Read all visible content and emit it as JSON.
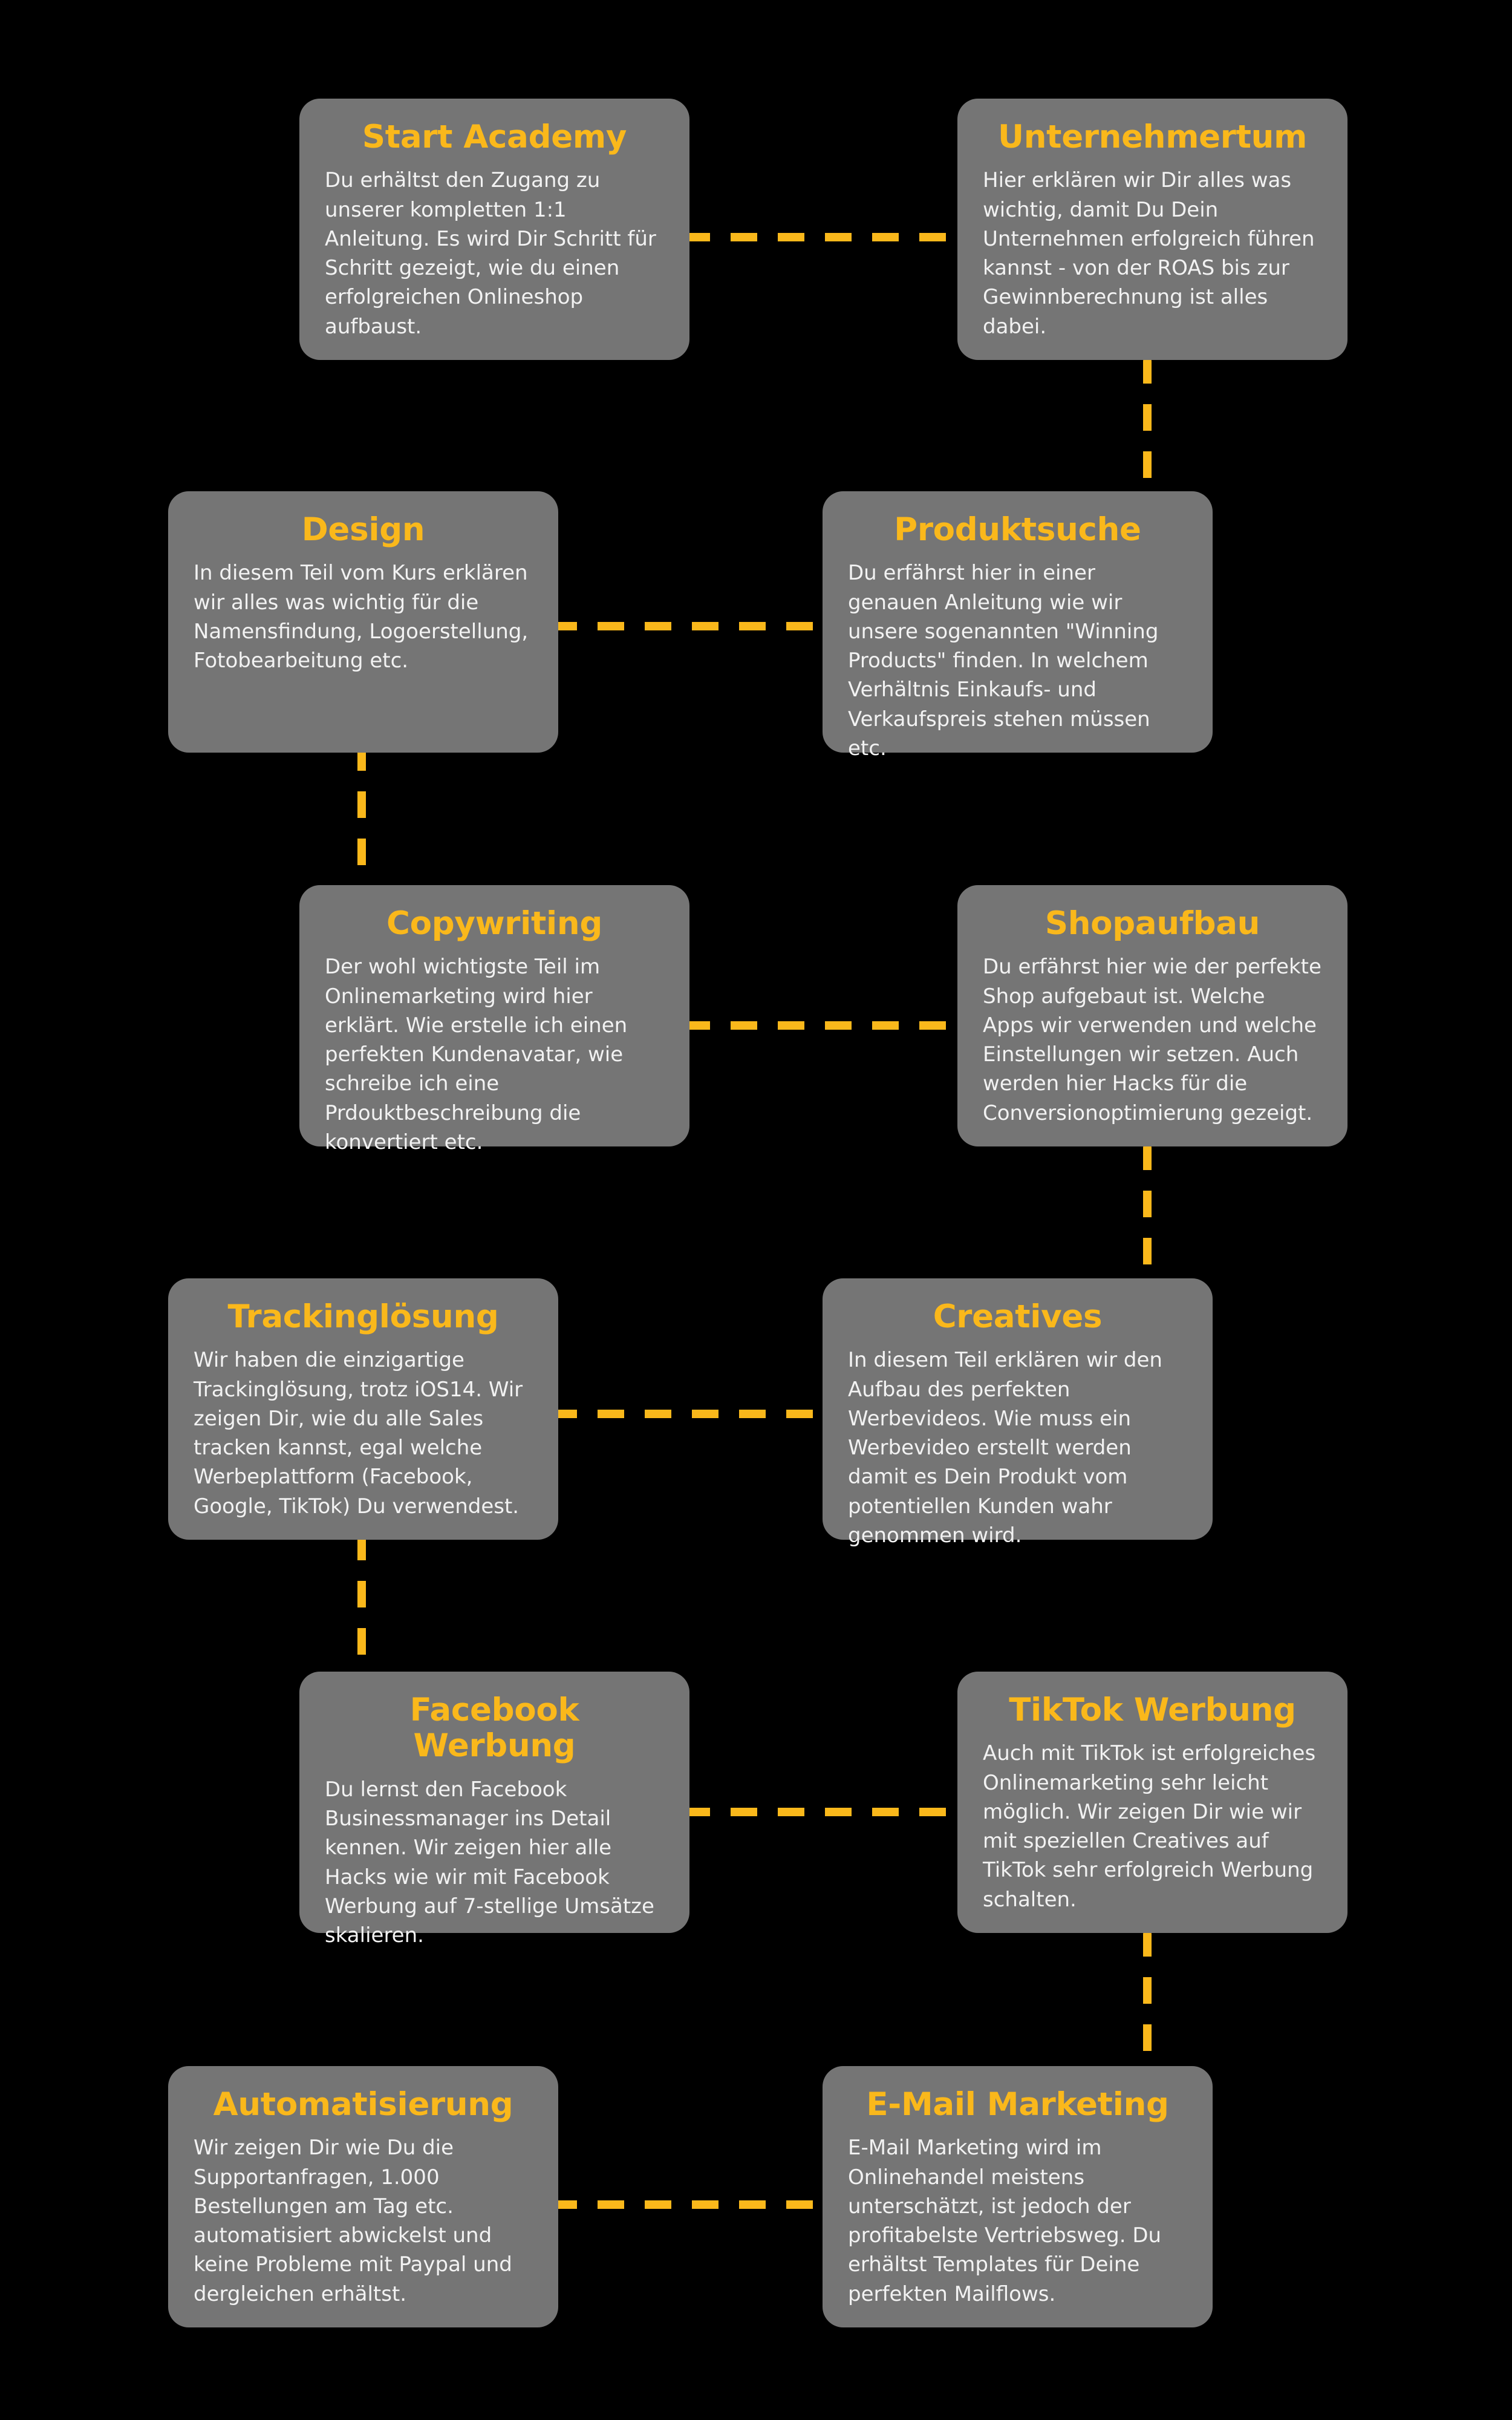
{
  "theme": {
    "background": "#000000",
    "card_background": "#757575",
    "title_color": "#fab81b",
    "body_color": "#f2f2f2",
    "connector_color": "#fab81b"
  },
  "diagram": {
    "type": "flow-zigzag",
    "columns": 2,
    "rows": 5,
    "card_count": 10
  },
  "cards": [
    {
      "id": "start-academy",
      "title": "Start Academy",
      "body": "Du erhältst den Zugang zu unserer kompletten 1:1 Anleitung. Es wird Dir Schritt für Schritt gezeigt, wie du einen erfolgreichen Onlineshop aufbaust."
    },
    {
      "id": "unternehmertum",
      "title": "Unternehmertum",
      "body": "Hier erklären wir Dir alles was wichtig, damit Du Dein Unternehmen erfolgreich führen kannst - von der ROAS bis zur Gewinnberechnung ist alles dabei."
    },
    {
      "id": "design",
      "title": "Design",
      "body": "In diesem Teil vom Kurs erklären wir alles was wichtig für die Namensfindung, Logoerstellung, Fotobearbeitung etc."
    },
    {
      "id": "produktsuche",
      "title": "Produktsuche",
      "body": "Du erfährst hier in einer genauen Anleitung wie wir unsere sogenannten \"Winning Products\" finden. In welchem Verhältnis Einkaufs- und Verkaufspreis stehen müssen etc."
    },
    {
      "id": "copywriting",
      "title": "Copywriting",
      "body": "Der wohl wichtigste Teil im Onlinemarketing wird hier erklärt. Wie erstelle ich einen perfekten Kundenavatar, wie schreibe ich eine Prdouktbeschreibung die konvertiert etc."
    },
    {
      "id": "shopaufbau",
      "title": "Shopaufbau",
      "body": "Du erfährst hier wie der perfekte Shop aufgebaut ist. Welche Apps wir verwenden und welche Einstellungen wir setzen. Auch werden hier Hacks für die Conversionoptimierung gezeigt."
    },
    {
      "id": "trackingloesung",
      "title": "Trackinglösung",
      "body": "Wir haben die einzigartige Trackinglösung, trotz iOS14. Wir zeigen Dir, wie du alle Sales tracken kannst, egal welche Werbeplattform (Facebook, Google, TikTok) Du verwendest."
    },
    {
      "id": "creatives",
      "title": "Creatives",
      "body": "In diesem Teil erklären wir den Aufbau des perfekten Werbevideos. Wie muss ein Werbevideo erstellt werden damit es Dein Produkt vom potentiellen Kunden wahr genommen wird."
    },
    {
      "id": "facebook-werbung",
      "title": "Facebook Werbung",
      "body": "Du lernst den Facebook Businessmanager ins Detail kennen. Wir zeigen hier alle Hacks wie wir mit Facebook Werbung auf 7-stellige Umsätze skalieren."
    },
    {
      "id": "tiktok-werbung",
      "title": "TikTok Werbung",
      "body": "Auch mit TikTok ist erfolgreiches Onlinemarketing sehr leicht möglich. Wir zeigen Dir wie wir mit speziellen Creatives auf TikTok sehr erfolgreich Werbung schalten."
    },
    {
      "id": "automatisierung",
      "title": "Automatisierung",
      "body": "Wir zeigen Dir wie Du die Supportanfragen, 1.000 Bestellungen am Tag etc. automatisiert abwickelst und keine Probleme mit Paypal und dergleichen erhältst."
    },
    {
      "id": "email-marketing",
      "title": "E-Mail Marketing",
      "body": "E-Mail Marketing wird im Onlinehandel meistens unterschätzt, ist jedoch der profitabelste Vertriebsweg. Du erhältst Templates für Deine perfekten Mailflows."
    }
  ]
}
